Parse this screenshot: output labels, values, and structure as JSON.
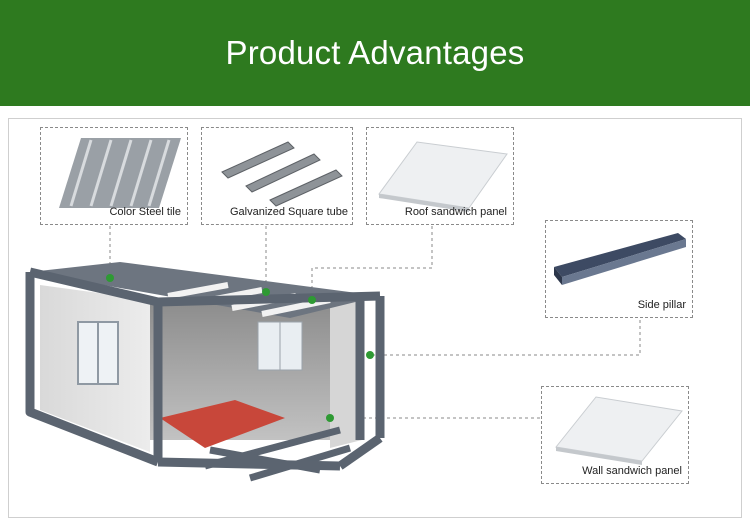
{
  "banner": {
    "title": "Product Advantages",
    "color": "#2e7a1f"
  },
  "callouts": {
    "color_steel_tile": {
      "label": "Color Steel tile",
      "icon": "corrugated-steel-sheet"
    },
    "galvanized_square_tube": {
      "label": "Galvanized Square tube",
      "icon": "square-tube-bars"
    },
    "roof_sandwich_panel": {
      "label": "Roof sandwich panel",
      "icon": "flat-panel"
    },
    "side_pillar": {
      "label": "Side pillar",
      "icon": "channel-beam"
    },
    "wall_sandwich_panel": {
      "label": "Wall sandwich panel",
      "icon": "flat-panel"
    }
  },
  "colors": {
    "frame_steel": "#5b6470",
    "floor_red": "#c8473a",
    "wall_panel": "#e4e4e4",
    "marker_green": "#2e9a33"
  }
}
